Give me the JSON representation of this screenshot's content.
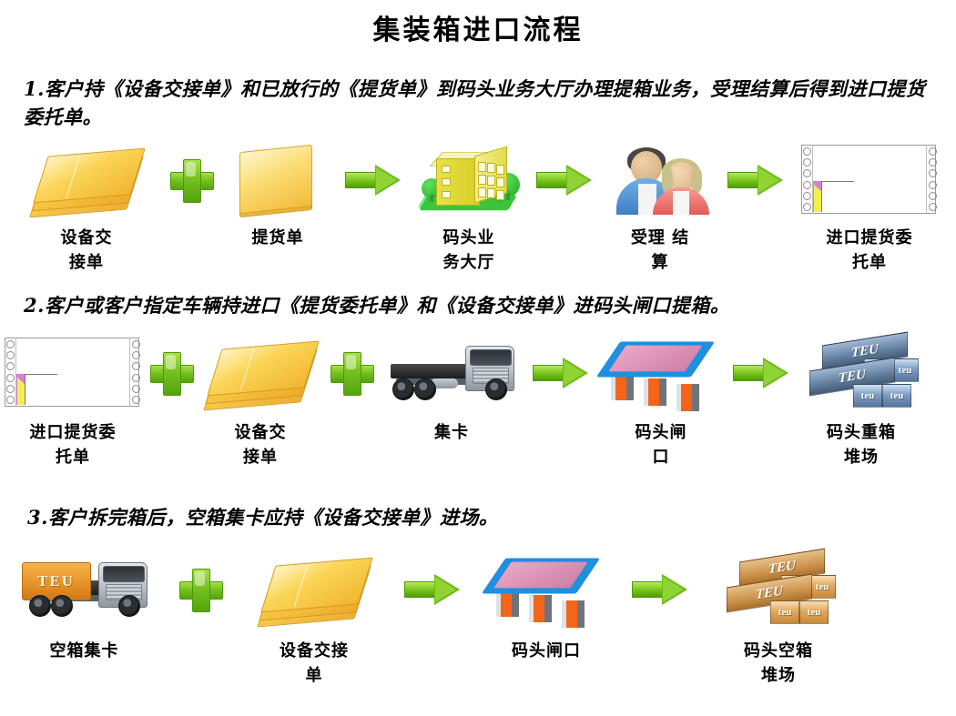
{
  "title": "集装箱进口流程",
  "paragraphs": {
    "p1": "1.客户持《设备交接单》和已放行的《提货单》到码头业务大厅办理提箱业务，受理结算后得到进口提货委托单。",
    "p2": "2.客户或客户指定车辆持进口《提货委托单》和《设备交接单》进码头闸口提箱。",
    "p3": "3.客户拆完箱后，空箱集卡应持《设备交接单》进场。"
  },
  "rows": [
    {
      "id": "row-1",
      "nodes": [
        {
          "label": "设备交\n接单",
          "icon": "paper-stack-icon"
        },
        {
          "label": "提货单",
          "icon": "document-card-icon"
        },
        {
          "label": "码头业\n务大厅",
          "icon": "office-building-icon"
        },
        {
          "label": "受理 结\n算",
          "icon": "two-people-icon"
        },
        {
          "label": "进口提货委\n托单",
          "icon": "multipart-form-icon"
        }
      ],
      "connectors": [
        "plus-icon",
        "arrow-right-icon",
        "arrow-right-icon",
        "arrow-right-icon"
      ]
    },
    {
      "id": "row-2",
      "nodes": [
        {
          "label": "进口提货委\n托单",
          "icon": "multipart-form-icon"
        },
        {
          "label": "设备交\n接单",
          "icon": "paper-stack-icon"
        },
        {
          "label": "集卡",
          "icon": "container-truck-icon"
        },
        {
          "label": "码头闸\n口",
          "icon": "terminal-gate-icon"
        },
        {
          "label": "码头重箱\n堆场",
          "icon": "loaded-container-stack-icon"
        }
      ],
      "connectors": [
        "plus-icon",
        "plus-icon",
        "arrow-right-icon",
        "arrow-right-icon"
      ]
    },
    {
      "id": "row-3",
      "nodes": [
        {
          "label": "空箱集卡",
          "icon": "empty-container-truck-icon"
        },
        {
          "label": "设备交接\n单",
          "icon": "paper-stack-icon"
        },
        {
          "label": "码头闸口",
          "icon": "terminal-gate-icon"
        },
        {
          "label": "码头空箱\n堆场",
          "icon": "empty-container-stack-icon"
        }
      ],
      "connectors": [
        "plus-icon",
        "arrow-right-icon",
        "arrow-right-icon"
      ]
    }
  ],
  "container_labels": {
    "big": "TEU",
    "small": "teu"
  },
  "truck_label": "TEU",
  "colors": {
    "title_text": "#000000",
    "paper_gold": "#f7c843",
    "plus_green": "#74c120",
    "arrow_green": "#7cc91f",
    "building_yellow": "#d8ce27",
    "tree_green": "#22a822",
    "gate_blue": "#1f8fe0",
    "gate_roof_pink": "#cf7fa6",
    "gate_pillar_orange": "#f4651a",
    "container_blue": "#7d9ec4",
    "container_orange": "#e0a85e",
    "form_magenta": "#d77fd7",
    "form_yellow": "#f2ef55",
    "truck_gray": "#b9c0c8",
    "shirt_blue": "#4a8fd4",
    "shirt_red": "#e8736e"
  }
}
